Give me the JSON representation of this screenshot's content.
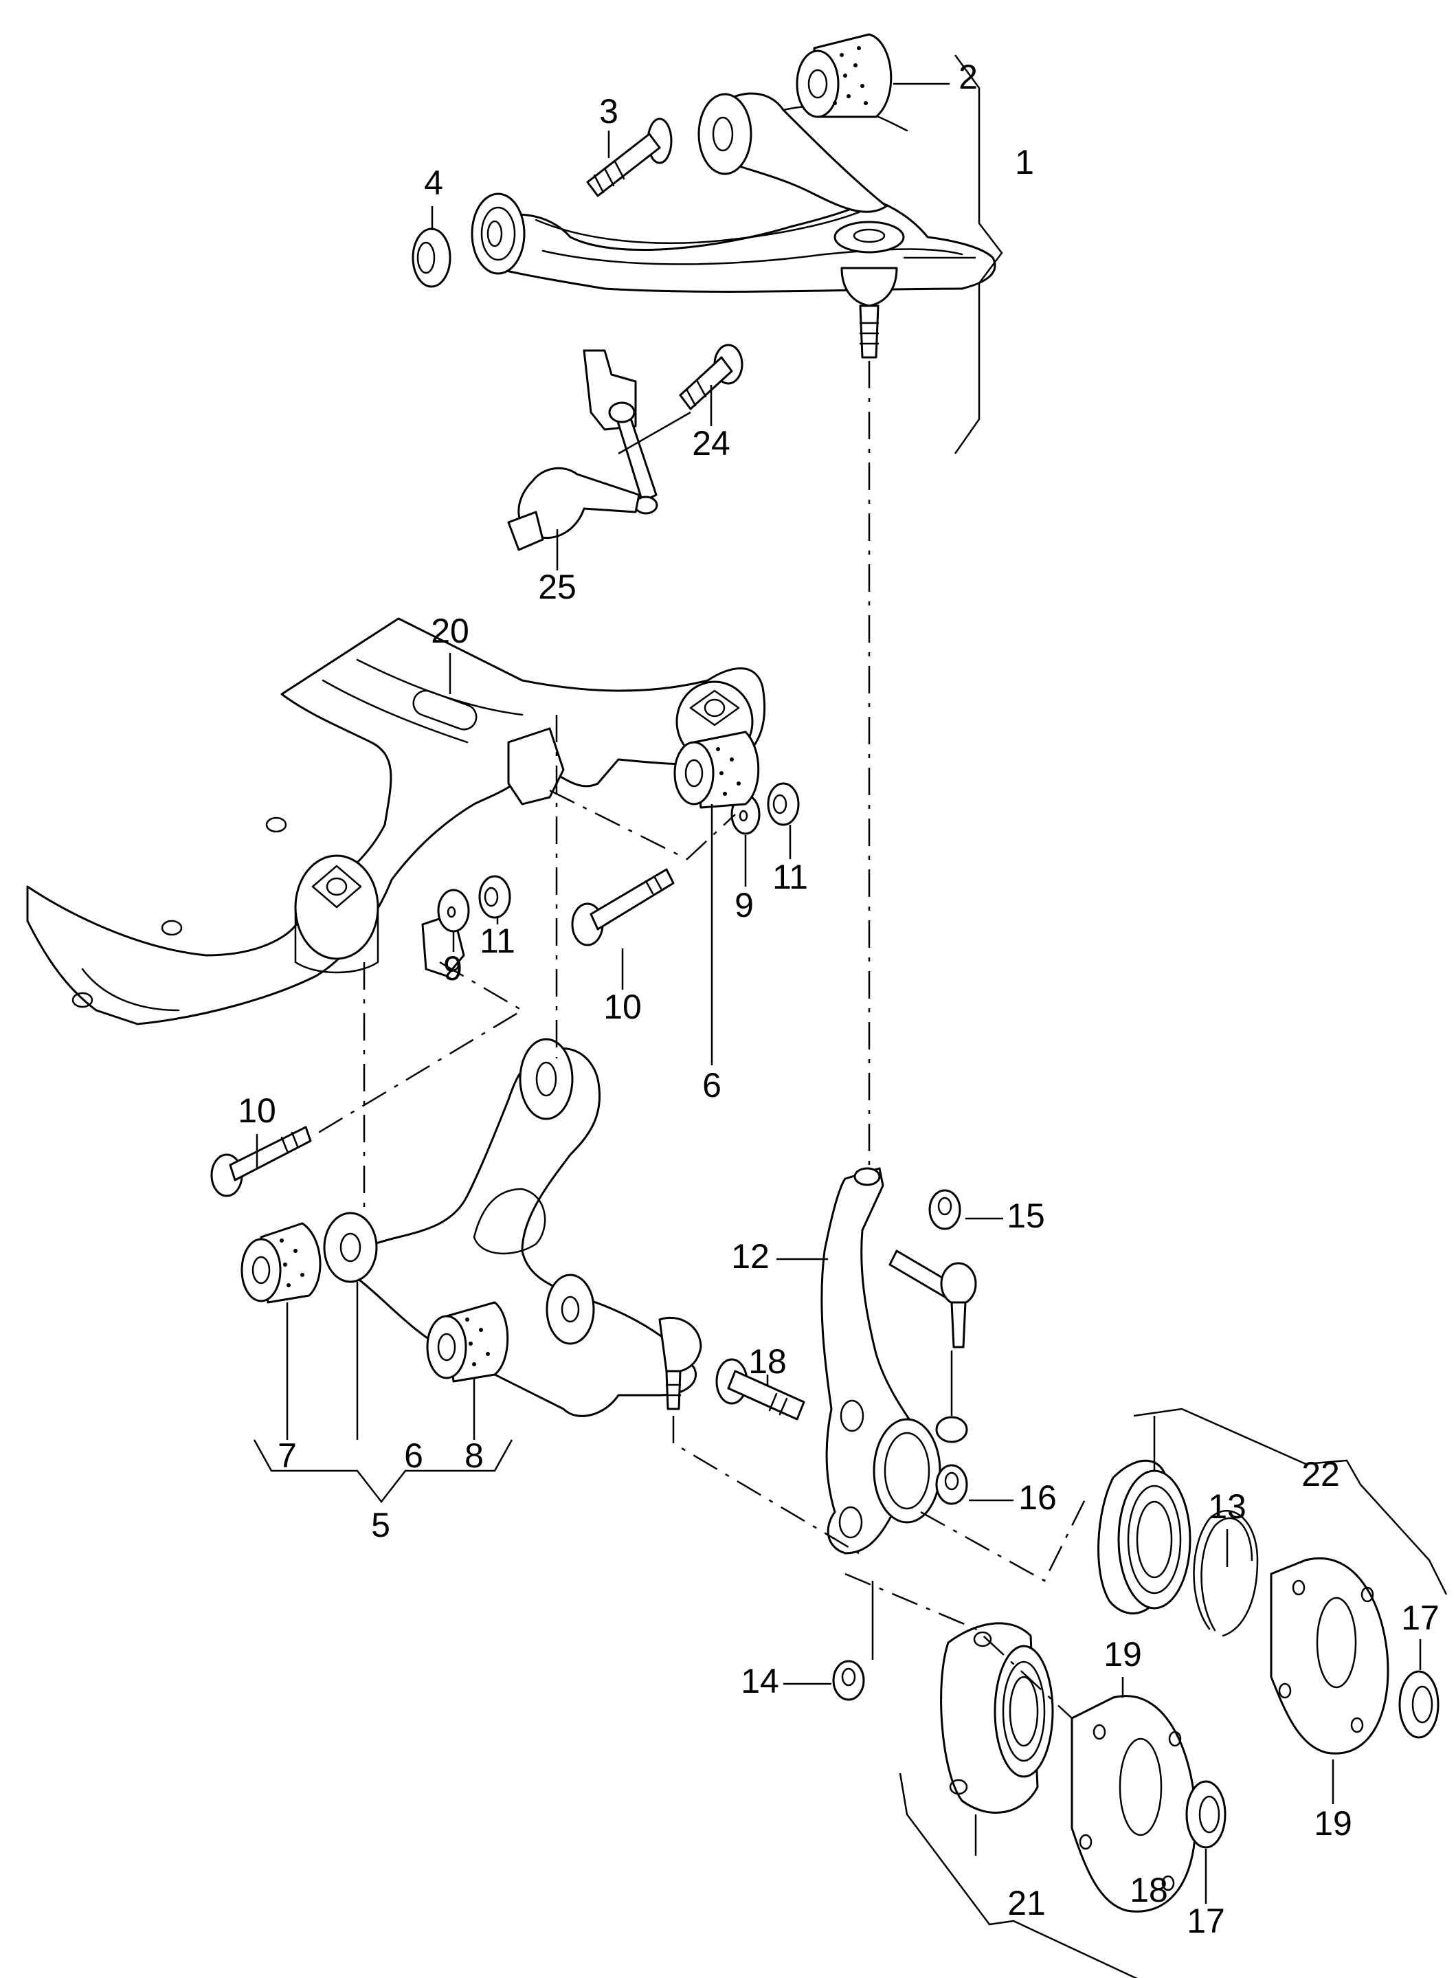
{
  "diagram": {
    "title_hidden": "",
    "colors": {
      "line": "#000000",
      "background": "#ffffff"
    },
    "callouts": [
      {
        "id": "c2",
        "number": "2"
      },
      {
        "id": "c1",
        "number": "1"
      },
      {
        "id": "c3",
        "number": "3"
      },
      {
        "id": "c4",
        "number": "4"
      },
      {
        "id": "c24",
        "number": "24"
      },
      {
        "id": "c25",
        "number": "25"
      },
      {
        "id": "c20",
        "number": "20"
      },
      {
        "id": "c9a",
        "number": "9"
      },
      {
        "id": "c11a",
        "number": "11"
      },
      {
        "id": "c9b",
        "number": "9"
      },
      {
        "id": "c11b",
        "number": "11"
      },
      {
        "id": "c10a",
        "number": "10"
      },
      {
        "id": "c6a",
        "number": "6"
      },
      {
        "id": "c10b",
        "number": "10"
      },
      {
        "id": "c15",
        "number": "15"
      },
      {
        "id": "c12",
        "number": "12"
      },
      {
        "id": "c18a",
        "number": "18"
      },
      {
        "id": "c7",
        "number": "7"
      },
      {
        "id": "c6b",
        "number": "6"
      },
      {
        "id": "c8",
        "number": "8"
      },
      {
        "id": "c5",
        "number": "5"
      },
      {
        "id": "c16",
        "number": "16"
      },
      {
        "id": "c22",
        "number": "22"
      },
      {
        "id": "c13",
        "number": "13"
      },
      {
        "id": "c17a",
        "number": "17"
      },
      {
        "id": "c19a",
        "number": "19"
      },
      {
        "id": "c14",
        "number": "14"
      },
      {
        "id": "c19b",
        "number": "19"
      },
      {
        "id": "c21",
        "number": "21"
      },
      {
        "id": "c18b",
        "number": "18"
      },
      {
        "id": "c17b",
        "number": "17"
      }
    ]
  }
}
